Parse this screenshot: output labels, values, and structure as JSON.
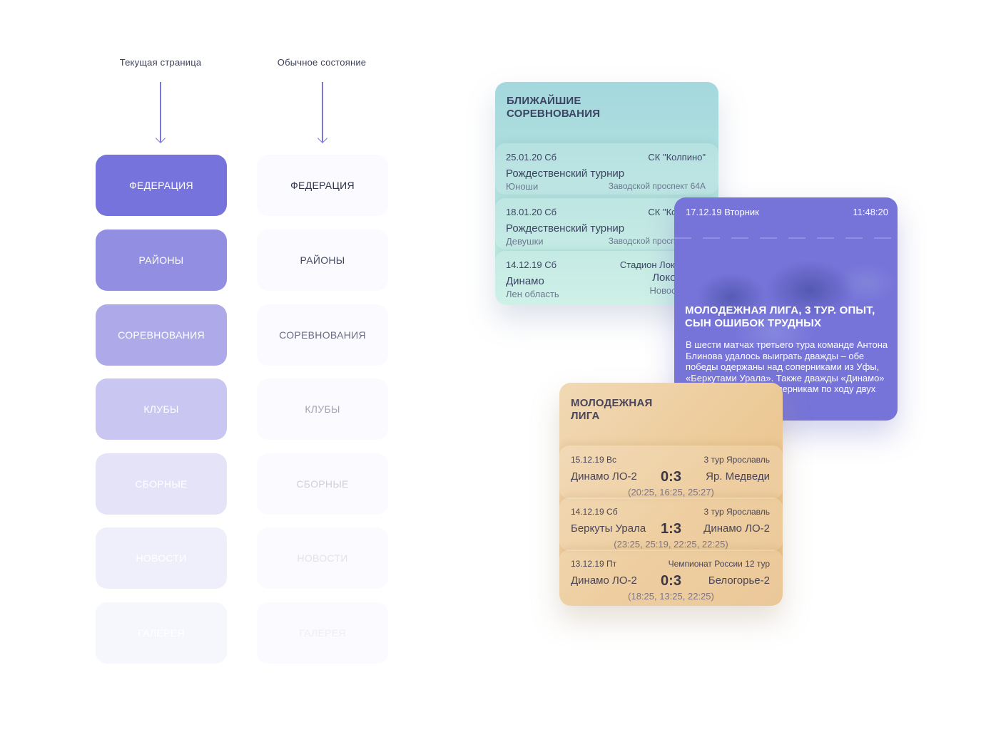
{
  "columns": {
    "current_page_title": "Текущая страница",
    "normal_state_title": "Обычное состояние"
  },
  "nav": {
    "items": [
      {
        "label": "ФЕДЕРАЦИЯ"
      },
      {
        "label": "РАЙОНЫ"
      },
      {
        "label": "СОРЕВНОВАНИЯ"
      },
      {
        "label": "КЛУБЫ"
      },
      {
        "label": "СБОРНЫЕ"
      },
      {
        "label": "НОВОСТИ"
      },
      {
        "label": "ГАЛЕРЕЯ"
      }
    ]
  },
  "colors": {
    "accent": "#7773dd",
    "active_shades": [
      "#7773dd",
      "#928fe3",
      "#aeaaea",
      "#c9c7f2",
      "#e4e3f8",
      "#efeffb",
      "#f6f6fd"
    ],
    "normal_text_shades": [
      "#2f3148",
      "#474a63",
      "#6b6e84",
      "#a3a5b6",
      "#cfd0da",
      "#e2e3e9",
      "#eeeff3"
    ]
  },
  "competitions": {
    "title": "БЛИЖАЙШИЕ СОРЕВНОВАНИЯ",
    "events": [
      {
        "date": "25.01.20 Сб",
        "venue": "СК \"Колпино\"",
        "name": "Рождественский турнир",
        "category": "Юноши",
        "address": "Заводской проспект 64А"
      },
      {
        "date": "18.01.20 Сб",
        "venue": "СК \"Колпино\"",
        "name": "Рождественский турнир",
        "category": "Девушки",
        "address": "Заводской проспект 64А"
      },
      {
        "date": "14.12.19 Сб",
        "venue": "Стадион Локомотив",
        "name": "Динамо",
        "category": "Лен область",
        "away": "Локомотив",
        "away_city": "Новосибирск"
      }
    ]
  },
  "news": {
    "date": "17.12.19 Вторник",
    "time": "11:48:20",
    "title": "МОЛОДЕЖНАЯ ЛИГА, 3 ТУР. ОПЫТ, СЫН ОШИБОК ТРУДНЫХ",
    "excerpt": "В шести матчах третьего тура команде Антона Блинова удалось выиграть дважды – обе победы одержаны над соперниками из Уфы, «Беркутами Урала». Также дважды «Динамо» два раза уступило соперникам по ходу двух первых матчей тура,"
  },
  "league": {
    "title": "МОЛОДЕЖНАЯ ЛИГА",
    "matches": [
      {
        "date": "15.12.19 Вс",
        "round": "3 тур Ярославль",
        "home": "Динамо ЛО-2",
        "score": "0:3",
        "away": "Яр. Медведи",
        "sets": "(20:25, 16:25, 25:27)"
      },
      {
        "date": "14.12.19 Сб",
        "round": "3 тур Ярославль",
        "home": "Беркуты Урала",
        "score": "1:3",
        "away": "Динамо ЛО-2",
        "sets": "(23:25, 25:19, 22:25, 22:25)"
      },
      {
        "date": "13.12.19 Пт",
        "round": "Чемпионат России 12 тур",
        "home": "Динамо ЛО-2",
        "score": "0:3",
        "away": "Белогорье-2",
        "sets": "(18:25, 13:25, 22:25)"
      }
    ]
  }
}
